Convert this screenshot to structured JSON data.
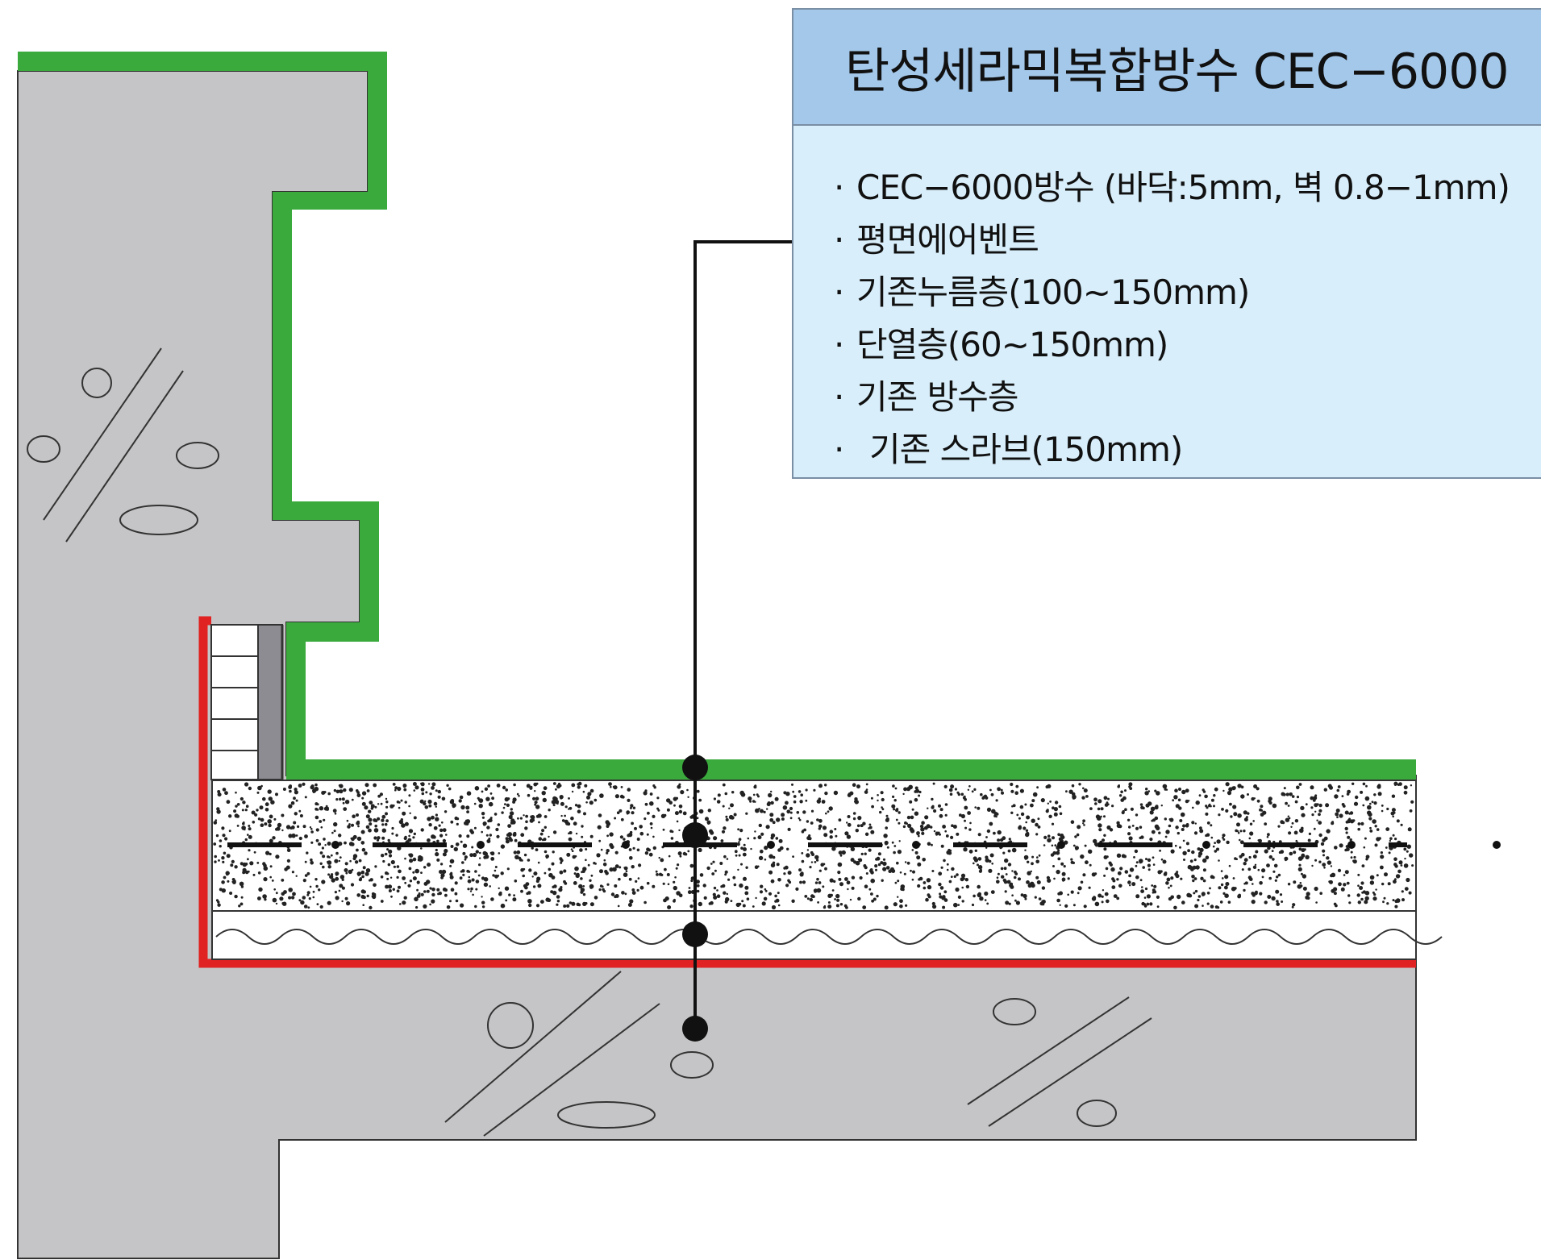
{
  "legend": {
    "title": "탄성세라믹복합방수 CEC−6000",
    "bullet": "·",
    "items": [
      {
        "label": "CEC−6000방수 (바닥:5mm, 벽 0.8−1mm)"
      },
      {
        "label": "평면에어벤트"
      },
      {
        "label": "기존누름층(100~150mm)"
      },
      {
        "label": "단열층(60~150mm)"
      },
      {
        "label": "기존 방수층"
      },
      {
        "label": "기존 스라브(150mm)"
      }
    ]
  },
  "colors": {
    "concrete": "#c5c5c7",
    "waterproof_membrane": "#3aaa3c",
    "existing_waterproof_layer": "#e02222",
    "insulation_gray": "#8c8c92",
    "legend_header": "#a4c8ea",
    "legend_body": "#d8eefa",
    "leader_line": "#111111"
  }
}
